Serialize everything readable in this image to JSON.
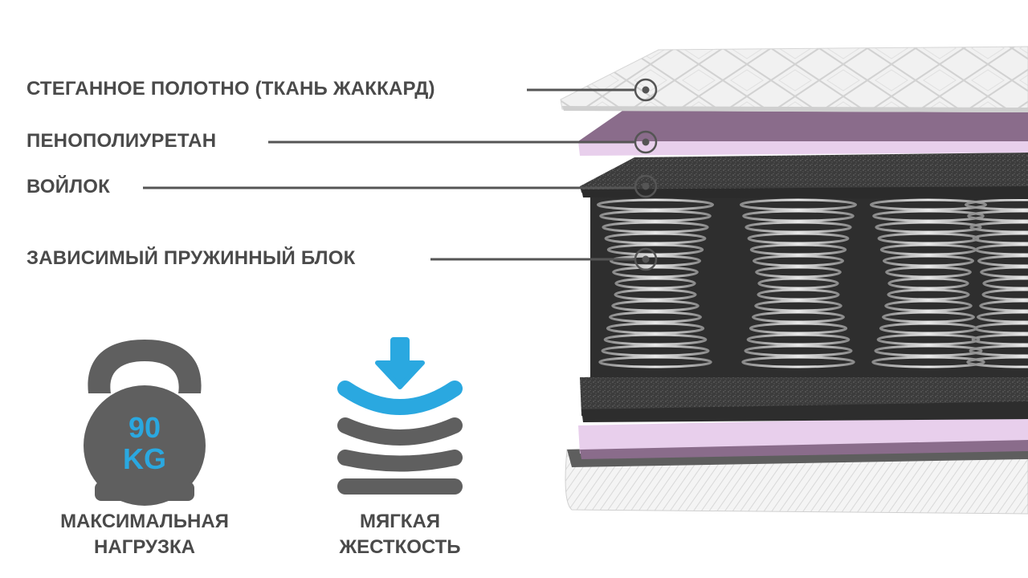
{
  "layers": [
    {
      "label": "СТЕГАННОЕ ПОЛОТНО (ТКАНЬ ЖАККАРД)"
    },
    {
      "label": "ПЕНОПОЛИУРЕТАН"
    },
    {
      "label": "ВОЙЛОК"
    },
    {
      "label": "ЗАВИСИМЫЙ ПРУЖИННЫЙ БЛОК"
    }
  ],
  "features": {
    "load": {
      "weight_number": "90",
      "weight_unit": "KG",
      "line1": "МАКСИМАЛЬНАЯ",
      "line2": "НАГРУЗКА",
      "icon": "kettlebell-icon"
    },
    "firmness": {
      "line1": "МЯГКАЯ",
      "line2": "ЖЕСТКОСТЬ",
      "icon": "soft-firmness-icon"
    }
  },
  "colors": {
    "text": "#4a4a4a",
    "icon_gray": "#5f5f5f",
    "accent_blue": "#2aa8e0",
    "foam_pink": "#e6cdea",
    "felt_dark": "#3a3a3a"
  }
}
